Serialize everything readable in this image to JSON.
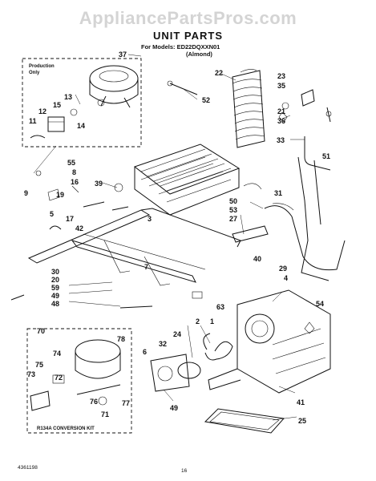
{
  "header": {
    "watermark": "AppliancePartsPros.com",
    "title": "UNIT PARTS",
    "models_line": "For Models: ED22DQXXN01",
    "color_line": "(Almond)"
  },
  "boxes": {
    "production_only_line1": "Production",
    "production_only_line2": "Only",
    "conversion_kit": "R134A CONVERSION KIT"
  },
  "callouts": [
    "37",
    "52",
    "22",
    "23",
    "35",
    "36",
    "21",
    "33",
    "13",
    "15",
    "14",
    "12",
    "11",
    "55",
    "8",
    "16",
    "9",
    "19",
    "39",
    "5",
    "17",
    "42",
    "3",
    "50",
    "53",
    "27",
    "31",
    "51",
    "30",
    "20",
    "59",
    "49",
    "48",
    "7",
    "40",
    "29",
    "4",
    "63",
    "54",
    "2",
    "1",
    "70",
    "78",
    "24",
    "32",
    "74",
    "75",
    "72",
    "73",
    "76",
    "71",
    "77",
    "6",
    "49",
    "41",
    "25"
  ],
  "footer": {
    "doc_number": "4361198",
    "page_number": "16"
  }
}
